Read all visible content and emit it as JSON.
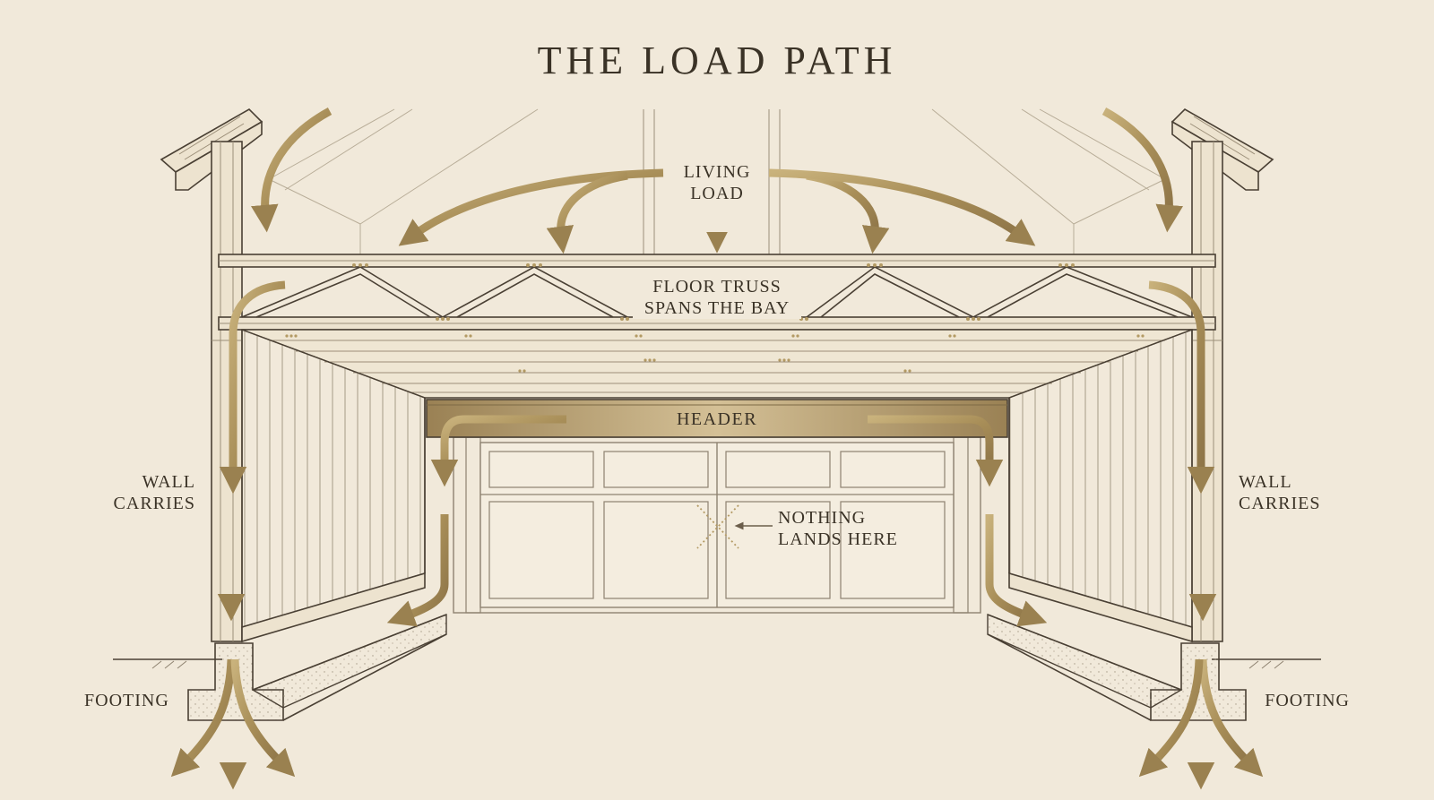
{
  "title": "THE LOAD PATH",
  "labels": {
    "living_load_line1": "LIVING",
    "living_load_line2": "LOAD",
    "floor_truss_line1": "FLOOR TRUSS",
    "floor_truss_line2": "SPANS THE BAY",
    "header": "HEADER",
    "wall_left_line1": "WALL",
    "wall_left_line2": "CARRIES",
    "wall_right_line1": "WALL",
    "wall_right_line2": "CARRIES",
    "nothing_line1": "NOTHING",
    "nothing_line2": "LANDS HERE",
    "footing_left": "FOOTING",
    "footing_right": "FOOTING"
  },
  "colors": {
    "background": "#f1e9da",
    "ink": "#3a3226",
    "gold": "#b39a64",
    "gold_dark": "#8a7344"
  },
  "icons": {
    "no_load_mark": "x-mark-icon"
  }
}
